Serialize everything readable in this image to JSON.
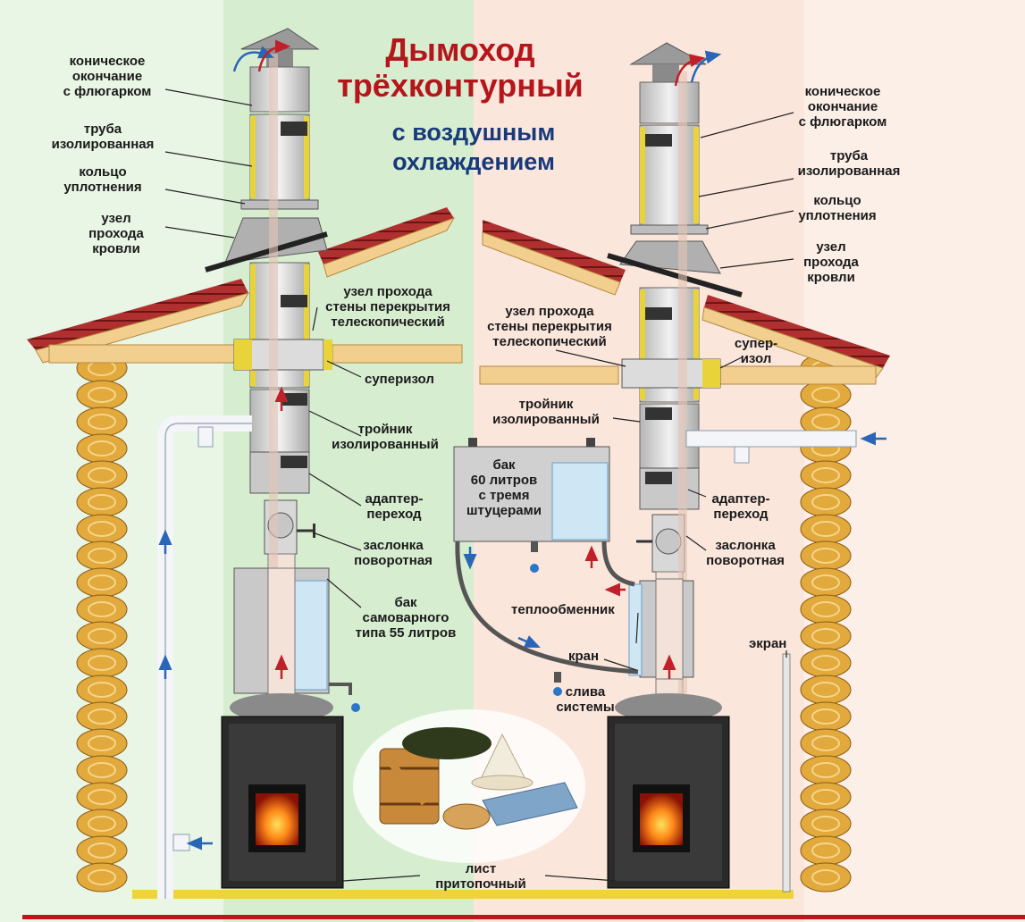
{
  "title": {
    "line1": "Дымоход",
    "line2": "трёхконтурный",
    "line3": "с воздушным",
    "line4": "охлаждением"
  },
  "colors": {
    "title_red": "#b5161c",
    "subtitle_blue": "#173a7a",
    "bg_left": "#d7edd0",
    "bg_right": "#fbe6dc",
    "roof_red": "#9a2222",
    "log_wood": "#e2a93c",
    "floor_sheet": "#f0d23a"
  },
  "left": {
    "cap": "коническое\nокончание\nс флюгарком",
    "pipe": "труба\nизолированная",
    "ring": "кольцо\nуплотнения",
    "roof_node": "узел\nпрохода\nкровли",
    "wall_node": "узел прохода\nстены перекрытия\nтелескопический",
    "superizol": "суперизол",
    "tee": "тройник\nизолированный",
    "adapter": "адаптер-\nпереход",
    "damper": "заслонка\nповоротная",
    "tank": "бак\nсамоварного\nтипа 55 литров"
  },
  "right": {
    "cap": "коническое\nокончание\nс флюгарком",
    "pipe": "труба\nизолированная",
    "ring": "кольцо\nуплотнения",
    "roof_node": "узел\nпрохода\nкровли",
    "wall_node": "узел прохода\nстены перекрытия\nтелескопический",
    "superizol": "супер-\nизол",
    "tee": "тройник\nизолированный",
    "adapter": "адаптер-\nпереход",
    "damper": "заслонка\nповоротная",
    "tank": "бак\n60 литров\nс тремя\nштуцерами",
    "heat_exchanger": "теплообменник",
    "valve": "кран",
    "drain": "слива\nсистемы",
    "screen": "экран"
  },
  "floor_sheet": "лист\nпритопочный"
}
